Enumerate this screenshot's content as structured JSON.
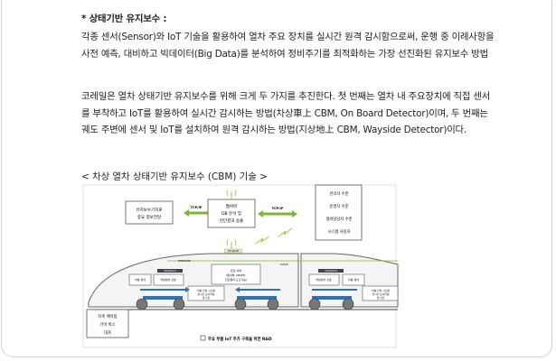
{
  "heading": "* 상태기반 유지보수 :",
  "paragraph1": "각종 센서(Sensor)와 IoT 기술을 활용하여 열차 주요 장치를 실시간 원격 감시함으로써, 운행 중 이례사항을 사전 예측, 대비하고 빅데이터(Big Data)를 분석하여 정비주기를 최적화하는 가장 선진화된 유지보수 방법",
  "paragraph2": "코레일은 열차 상태기반 유지보수를 위해 크게 두 가지를 추진한다. 첫 번째는 열차 내 주요장치에 직접 센서를 부착하고 IoT를 활용하여 실시간 감시하는 방법(차상車上 CBM, On Board Detector)이며, 두 번째는 궤도 주변에 센서 및 IoT를 설치하여 원격 감시하는 방법(지상地上 CBM, Wayside Detector)이다.",
  "figure_caption": "< 차상 열차 상태기반 유지보수 (CBM) 기술 >",
  "diagram": {
    "depot_box": [
      "유지보수기지로",
      "중요 정보전달"
    ],
    "server_box": [
      "웹서버",
      "DB 분석 및",
      "진단결과 송출"
    ],
    "protocol": "TCP/IP",
    "users": [
      "관리자 수준",
      "운영자 수준",
      "정비담당자 수준",
      "시스템 사용자"
    ],
    "antenna_label": "LTE-R/WiFi",
    "bus_label": "WTB/MVB",
    "collector": "TDCS/DCU",
    "onboard_server": [
      "온집 서버",
      "(웹서버, DB서버,",
      "진단결과 도출기능)"
    ],
    "sensor": "차량 센서",
    "sensor_signal": "차량센서 신호",
    "monitor_box": [
      "차량 전반 시스템",
      "실시간 모니터링",
      "및 진단"
    ],
    "components": [
      "차축 베어링",
      "기어 박스",
      "대차"
    ],
    "footer": "주요 부품 IoT 추가 구축을 위한 R&D"
  },
  "colors": {
    "green": "#7bb82e",
    "blue": "#2a73b8",
    "gray": "#555555"
  }
}
